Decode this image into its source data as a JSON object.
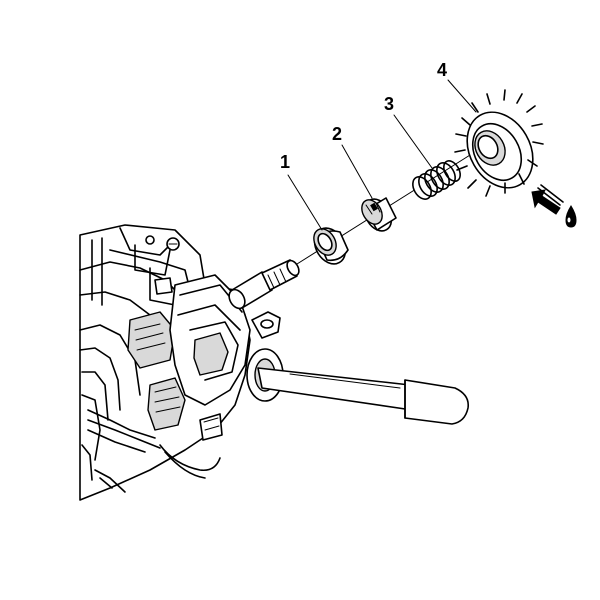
{
  "callouts": [
    {
      "id": "1",
      "label": "1"
    },
    {
      "id": "2",
      "label": "2"
    },
    {
      "id": "3",
      "label": "3"
    },
    {
      "id": "4",
      "label": "4"
    }
  ],
  "icons": {
    "arrow": "insertion-arrow-icon",
    "lubricant": "lubricant-drop-icon"
  },
  "colors": {
    "line": "#000000",
    "background": "#ffffff",
    "shade": "#d9d9d9"
  }
}
